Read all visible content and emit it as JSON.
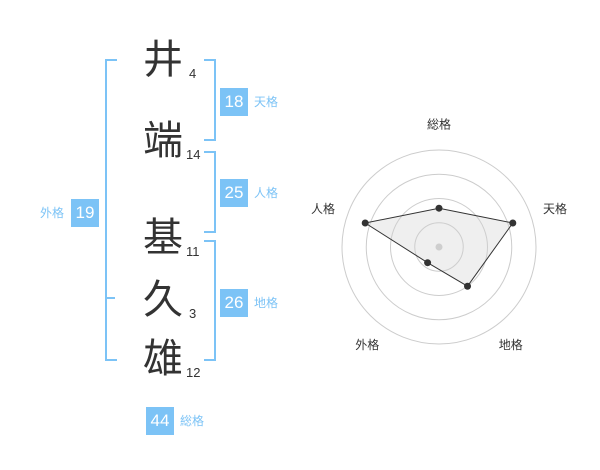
{
  "name_chars": [
    {
      "char": "井",
      "strokes": "4"
    },
    {
      "char": "端",
      "strokes": "14"
    },
    {
      "char": "基",
      "strokes": "11"
    },
    {
      "char": "久",
      "strokes": "3"
    },
    {
      "char": "雄",
      "strokes": "12"
    }
  ],
  "fortunes": {
    "tenkaku": {
      "value": "18",
      "label": "天格"
    },
    "jinkaku": {
      "value": "25",
      "label": "人格"
    },
    "chikaku": {
      "value": "26",
      "label": "地格"
    },
    "gaikaku": {
      "value": "19",
      "label": "外格"
    },
    "soukaku": {
      "value": "44",
      "label": "総格"
    }
  },
  "colors": {
    "accent": "#7cc3f6",
    "text": "#333333",
    "grid": "#cccccc"
  },
  "chart_data": {
    "type": "radar",
    "axes": [
      "総格",
      "天格",
      "地格",
      "外格",
      "人格"
    ],
    "values": [
      0.4,
      0.8,
      0.5,
      0.2,
      0.8
    ],
    "range": [
      0,
      1
    ],
    "rings": 4
  }
}
